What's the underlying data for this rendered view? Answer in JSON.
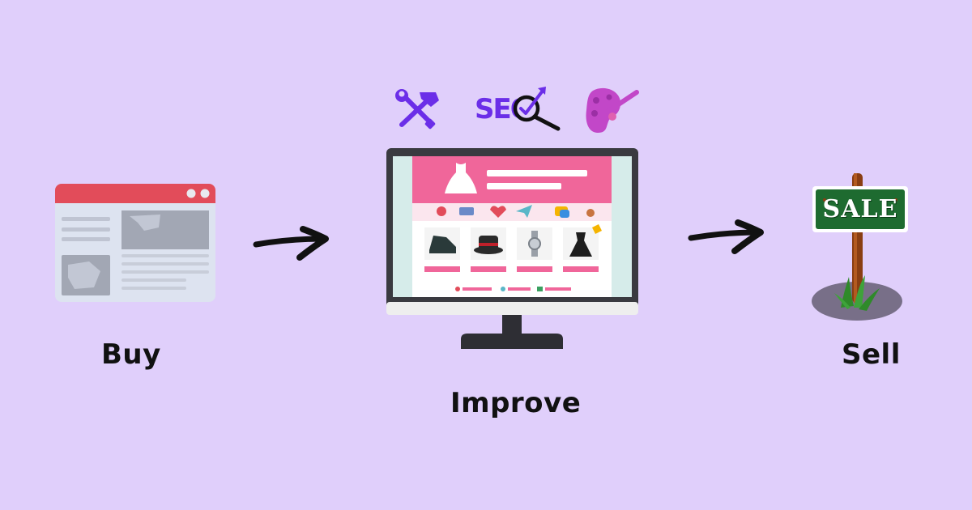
{
  "steps": [
    {
      "label": "Buy"
    },
    {
      "label": "Improve"
    },
    {
      "label": "Sell"
    }
  ],
  "icons": {
    "tools": "wrench-hammer-icon",
    "seo_text": "SEO",
    "seo": "seo-magnifier-icon",
    "design": "paint-palette-icon"
  },
  "sign": {
    "text": "SALE"
  },
  "colors": {
    "background": "#e0cffb",
    "accent_pink": "#f0669a",
    "browser_red": "#e24c5a",
    "icon_purple": "#6b2ee8",
    "palette_magenta": "#c247c8",
    "sign_green": "#1e6b30",
    "arrow": "#111111"
  }
}
